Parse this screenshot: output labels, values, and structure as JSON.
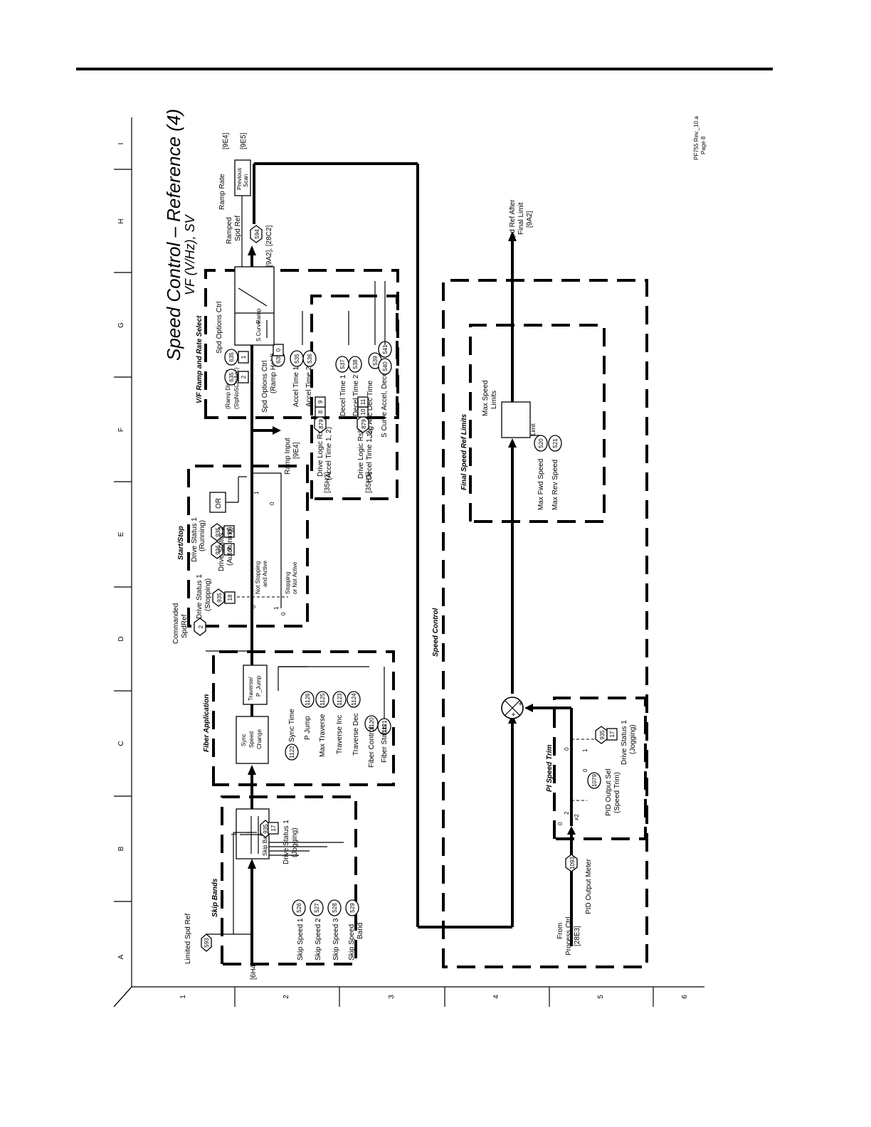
{
  "title": "Speed Control – Reference (4)",
  "subtitle": "VF (V/Hz), SV",
  "rev_note": "PF755 Rev._10.a",
  "page_note": "Page 8",
  "grid": {
    "columns": [
      "A",
      "B",
      "C",
      "D",
      "E",
      "F",
      "G",
      "H",
      "I"
    ],
    "rows": [
      "1",
      "2",
      "3",
      "4",
      "5",
      "6"
    ]
  },
  "sections": {
    "skip_bands": "Skip Bands",
    "fiber": "Fiber Application",
    "start_stop": "Start/Stop",
    "ramp_select": "V/F Ramp and Rate Select",
    "speed_control": "Speed Control",
    "final_limits": "Final Speed Ref Limits",
    "pi_trim": "PI Speed Trim"
  },
  "skip": {
    "limited_label": "Limited Spd Ref",
    "limited_param": "593",
    "xref_in": "[6H4]",
    "block_label": "Skip Bands",
    "params": [
      {
        "param": "526",
        "label": "Skip Speed 1"
      },
      {
        "param": "527",
        "label": "Skip Speed 2"
      },
      {
        "param": "528",
        "label": "Skip Speed 3"
      },
      {
        "param": "529",
        "label": "Skip Speed"
      },
      {
        "param": "",
        "label": "Band"
      }
    ],
    "switch_1": "1",
    "switch_0": "0",
    "status_param": "935",
    "status_bit": "17",
    "status_label": "Drive Status 1",
    "status_sub": "(Jogging)"
  },
  "fiber": {
    "sync_block": [
      "Sync",
      "Speed",
      "Change"
    ],
    "traverse_block": [
      "Traverse/",
      "P_Jump"
    ],
    "sync_param": "1122",
    "sync_label": "Sync Time",
    "params": [
      {
        "param": "1126",
        "label": "P Jump"
      },
      {
        "param": "1125",
        "label": "Max Traverse"
      },
      {
        "param": "1123",
        "label": "Traverse Inc"
      },
      {
        "param": "1124",
        "label": "Traverse Dec"
      },
      {
        "param": "1120",
        "label": "Fiber Control"
      },
      {
        "param": "1121",
        "label": "Fiber Status"
      }
    ]
  },
  "commanded": {
    "label": "Commanded",
    "label2": "SpdRef",
    "param": "2"
  },
  "start_stop": {
    "stop_label": "Drive Status 1",
    "stop_sub": "(Stopping)",
    "stop_param": "935",
    "stop_bit": "18",
    "not_stopping": "Not Stopping",
    "and_active": "and Active",
    "stopping": "Stopping",
    "not_active": "or Not Active",
    "run_label": "Drive Status 1",
    "run_sub": "(Running)",
    "run_param": "935",
    "run_bit": "16",
    "auto_label": "Drive Status 2",
    "auto_sub": "(Autotuning)",
    "auto_param": "936",
    "auto_bit": "9",
    "or_label": "OR",
    "s0": "0",
    "s1": "1"
  },
  "ramp": {
    "ramp_input": "Ramp Input",
    "ramp_input_xref": "[9E4]",
    "opt_label": "Spd Options Ctrl",
    "opt_param": "635",
    "ramp_disable": "(Ramp Disable)",
    "ramp_disable_bit": "1",
    "stp_no_sc": "(StpNoSCrvAcc)",
    "stp_no_sc_bit": "2",
    "hold_label": "Spd Options Ctrl",
    "hold_sub": "(Ramp Hold)",
    "hold_bit": "0",
    "accel1": "Accel Time 1",
    "accel1_param": "535",
    "accel2": "Accel Time 2",
    "accel2_param": "536",
    "decel1": "Decel Time 1",
    "decel1_param": "537",
    "decel2": "Decel Time 2",
    "decel2_param": "538",
    "jog": "Jog Acc Dec Time",
    "jog_param": "539",
    "scurve": "S Curve Accel, Decel",
    "scurve_param1": "540",
    "scurve_param2": "541",
    "logic1": "Drive Logic Rslt",
    "logic1_sub": "(Accel Time 1, 2)",
    "logic1_param": "879",
    "logic1_bits": [
      "8",
      "9"
    ],
    "logic2": "Drive Logic Rslt",
    "logic2_sub": "(Decel Time 1, 2)",
    "logic2_param": "879",
    "logic2_bits": [
      "10",
      "11"
    ],
    "xref_35h3": "[35H3]",
    "ramp_box": "Ramp",
    "scurve_box": "S Curve",
    "sw_1": "1",
    "sw_0": "0"
  },
  "output": {
    "ramped": "Ramped",
    "ramped2": "Spd Ref",
    "ramped_param": "594",
    "ramped_xref": "[9A2], [28C2]",
    "ramp_rate": "Ramp Rate",
    "ramp_rate_xref": "[9E4]",
    "prev_scan": [
      "Previous",
      "Scan"
    ],
    "prev_xref": "[9E5]",
    "after_limit": "Spd Ref After",
    "after_limit2": "Final Limit",
    "after_xref": "[9A2]"
  },
  "limits": {
    "max_speed": "Max Speed",
    "max_speed2": "Limits",
    "limit_box": "Limit",
    "fwd": "Max Fwd Speed",
    "fwd_param": "520",
    "rev": "Max Rev Speed",
    "rev_param": "521"
  },
  "pi": {
    "from": "From",
    "from2": "Process Ctrl",
    "from_xref": "[28E3]",
    "pid_meter": "PID Output Meter",
    "pid_param": "1093",
    "sel_param": "1079",
    "sel_label": "PID Output Sel",
    "sel_sub": "(Speed Trim)",
    "sel_2": "2",
    "sel_ne2": "≠2",
    "sel_0": "0",
    "jog_param": "935",
    "jog_bit": "17",
    "jog_label": "Drive Status 1",
    "jog_sub": "(Jogging)",
    "j0": "0",
    "j1": "1",
    "j0b": "0",
    "sum_plus1": "+",
    "sum_plus2": "+"
  }
}
